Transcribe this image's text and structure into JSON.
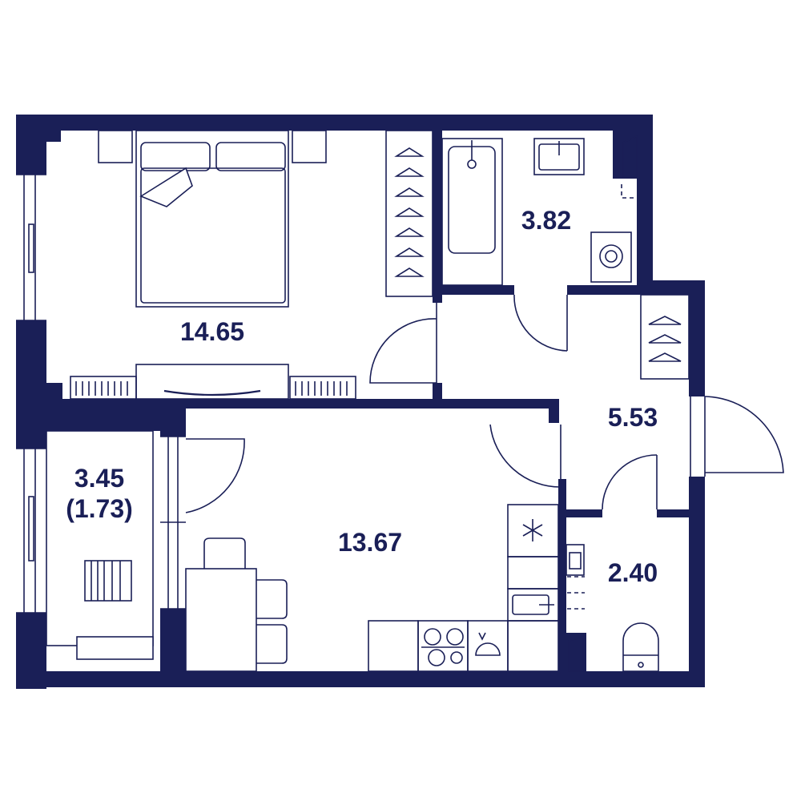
{
  "colors": {
    "wall": "#1a1f57",
    "background": "#ffffff"
  },
  "rooms": {
    "bedroom": {
      "area": "14.65"
    },
    "bathroom": {
      "area": "3.82"
    },
    "hallway": {
      "area": "5.53"
    },
    "balcony": {
      "area": "3.45",
      "area_reduced": "(1.73)"
    },
    "kitchen_living": {
      "area": "13.67"
    },
    "toilet": {
      "area": "2.40"
    }
  },
  "icons": [
    "bed-icon",
    "wardrobe-icon",
    "bathtub-icon",
    "sink-icon",
    "washing-machine-icon",
    "stove-icon",
    "refrigerator-icon",
    "toilet-icon",
    "radiator-icon",
    "dining-table-icon",
    "chair-icon",
    "door-icon",
    "window-icon"
  ]
}
